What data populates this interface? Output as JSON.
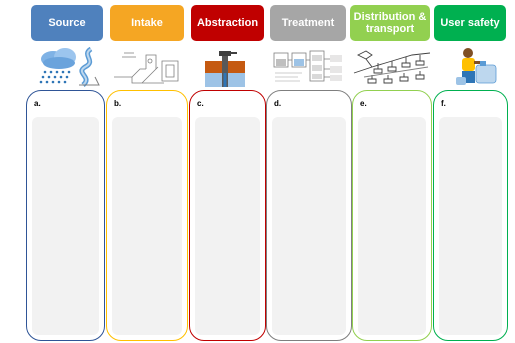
{
  "stages": [
    {
      "title": "Source",
      "color": "#4f81bd",
      "label": "a.",
      "icon": "rain-cloud-and-river-icon"
    },
    {
      "title": "Intake",
      "color": "#f5a623",
      "label": "b.",
      "icon": "intake-structure-drawing-icon"
    },
    {
      "title": "Abstraction",
      "color": "#c00000",
      "label": "c.",
      "icon": "borehole-well-icon"
    },
    {
      "title": "Treatment",
      "color": "#a6a6a6",
      "label": "d.",
      "icon": "treatment-process-diagram-icon"
    },
    {
      "title": "Distribution & transport",
      "color": "#92d050",
      "label": "e.",
      "icon": "pipe-network-icon"
    },
    {
      "title": "User safety",
      "color": "#00b050",
      "label": "f.",
      "icon": "person-with-water-container-icon"
    }
  ],
  "column_borders": [
    "#2f5597",
    "#ffc000",
    "#c00000",
    "#7f7f7f",
    "#92d050",
    "#00b050"
  ]
}
